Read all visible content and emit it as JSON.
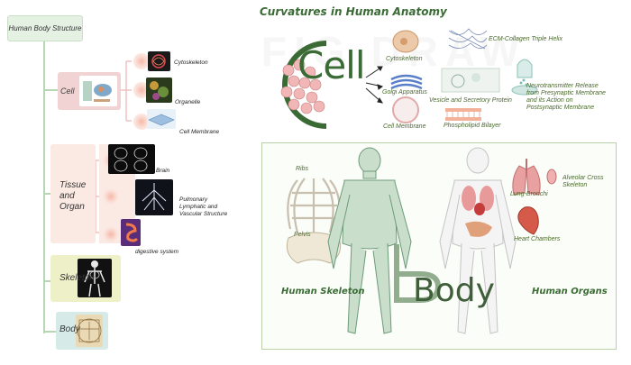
{
  "tree": {
    "root": "Human Body Structure",
    "cell": {
      "label": "Cell",
      "children": [
        "Cytoskeleton",
        "Organelle",
        "Cell Membrane"
      ]
    },
    "tissue": {
      "label": "Tissue and Organ",
      "children": [
        "Brain",
        "Pulmonary Lymphatic and Vascular Structure",
        "digestive system"
      ]
    },
    "skeleton": {
      "label": "Skeleton"
    },
    "body": {
      "label": "Body"
    }
  },
  "figure": {
    "title": "Curvatures in Human Anatomy",
    "cell_section": {
      "big_label": "Cell",
      "items": [
        "Cytoskeleton",
        "Golgi Apparatus",
        "Cell Membrane",
        "ECM-Collagen Triple Helix",
        "Vesicle and Secretory Protein",
        "Phospholipid Bilayer",
        "Neurotransmitter Release from Presynaptic Membrane and its Action on Postsynaptic Membrane"
      ]
    },
    "body_section": {
      "big_label": "Body",
      "left_heading": "Human Skeleton",
      "right_heading": "Human Organs",
      "skeleton_parts": [
        "Ribs",
        "Pelvis"
      ],
      "organ_parts": [
        "Lung-Bronchi",
        "Alveolar Cross Skeleton",
        "Heart Chambers"
      ]
    },
    "watermark": "FIGDRAW"
  },
  "colors": {
    "green_dark": "#3a6b35",
    "green_light": "#e4f1e3",
    "cell_box": "#f2d3d3",
    "skeleton_box": "#eef0c8",
    "body_box": "#d6ebe8"
  }
}
